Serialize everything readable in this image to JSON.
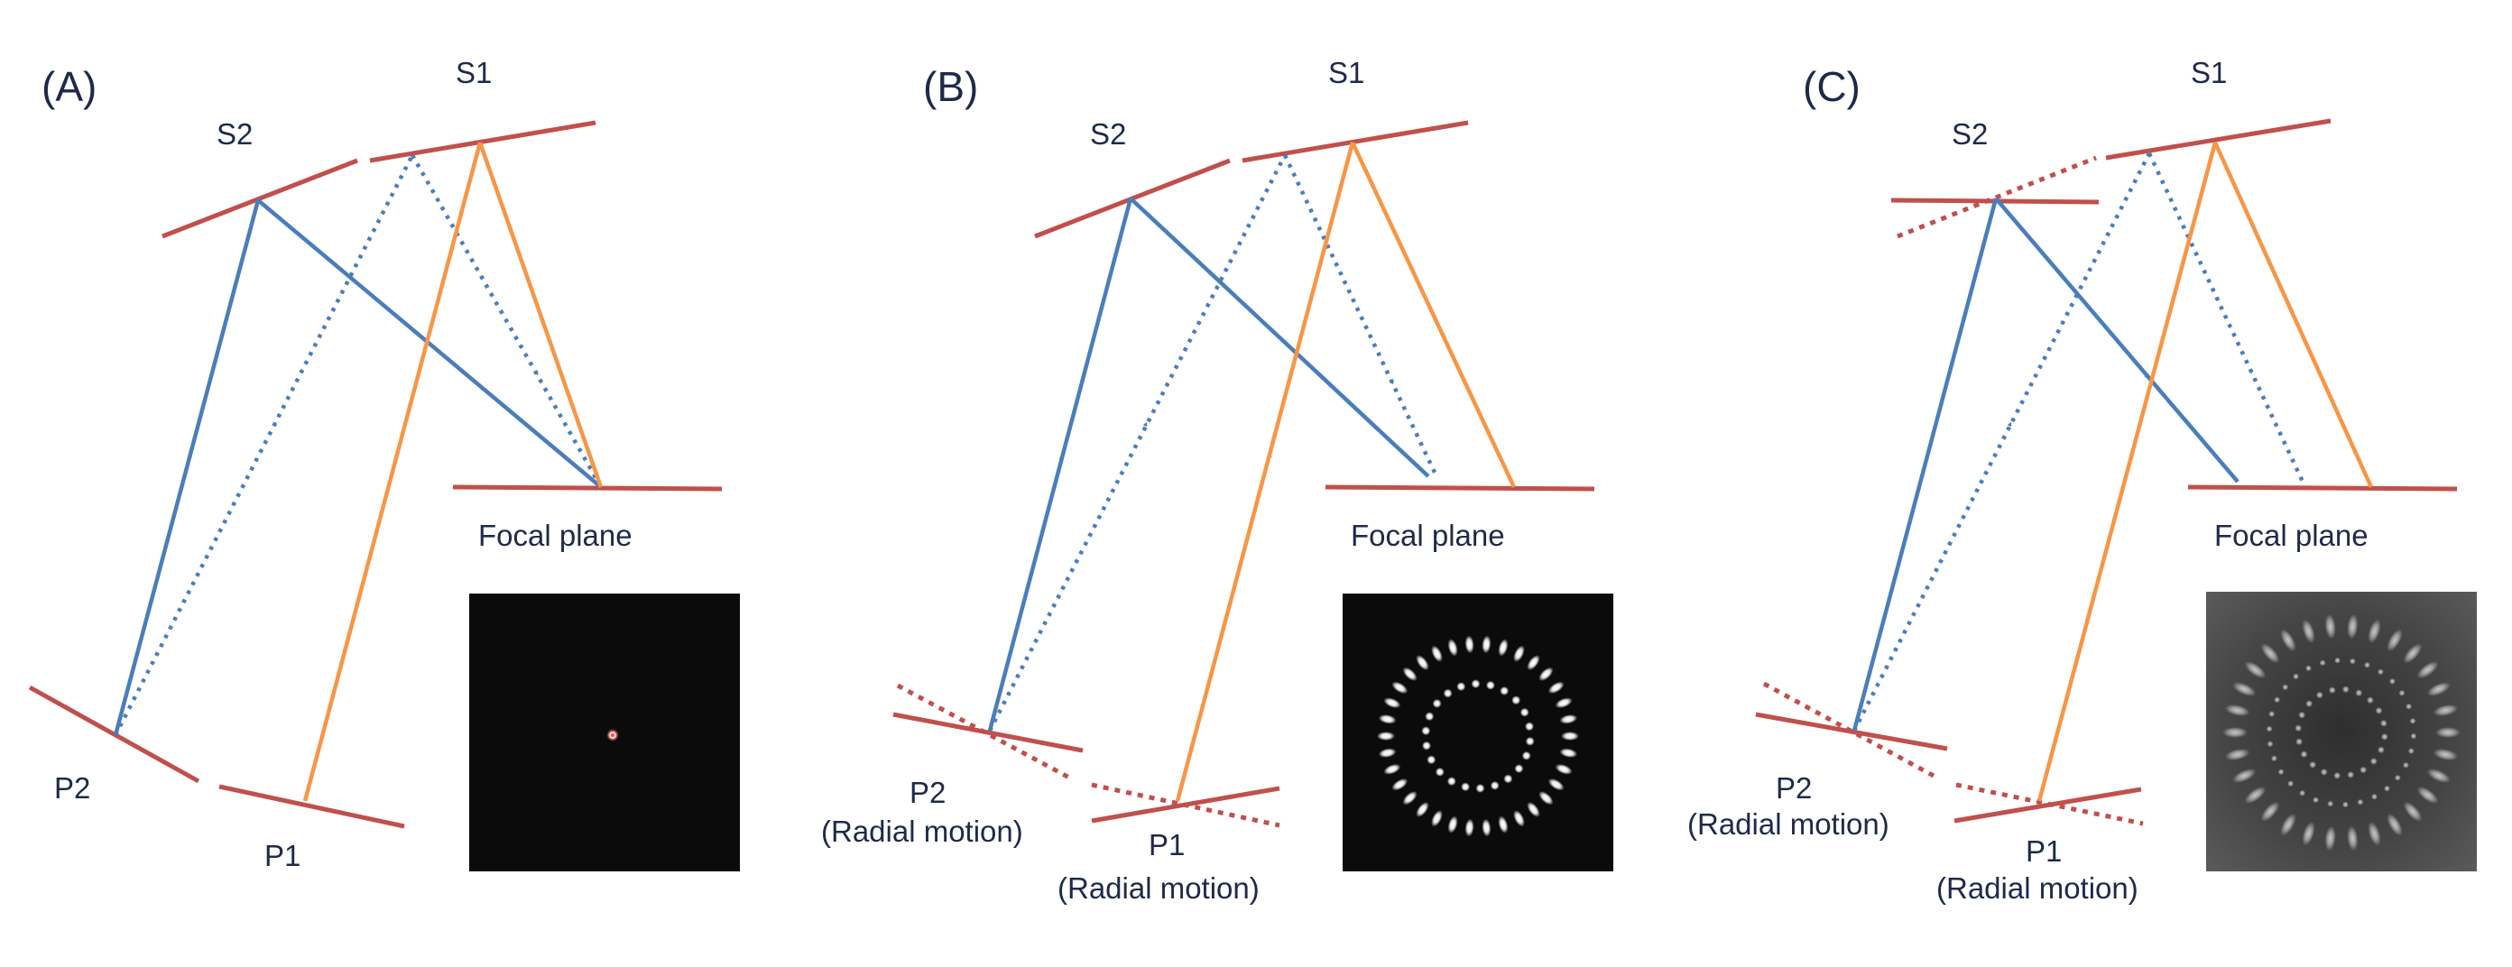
{
  "panels": [
    {
      "letter": "(A)",
      "labels": {
        "s1": "S1",
        "s2": "S2",
        "p1": "P1",
        "p2": "P2",
        "focal": "Focal plane"
      },
      "pattern": "single-spot-icon"
    },
    {
      "letter": "(B)",
      "labels": {
        "s1": "S1",
        "s2": "S2",
        "p1": "P1",
        "p1_motion": "(Radial motion)",
        "p2": "P2",
        "p2_motion": "(Radial motion)",
        "focal": "Focal plane"
      },
      "pattern": "ring-spots-icon"
    },
    {
      "letter": "(C)",
      "labels": {
        "s1": "S1",
        "s2": "S2",
        "p1": "P1",
        "p1_motion": "(Radial motion)",
        "p2": "P2",
        "p2_motion": "(Radial motion)",
        "focal": "Focal plane"
      },
      "pattern": "ring-spots-blurred-icon"
    }
  ],
  "colors": {
    "mirror": "#c0504d",
    "ray_primary": "#4a7ebb",
    "ray_secondary": "#f79646",
    "text": "#1e2a4a",
    "inset_bg": "#0b0b0b"
  }
}
